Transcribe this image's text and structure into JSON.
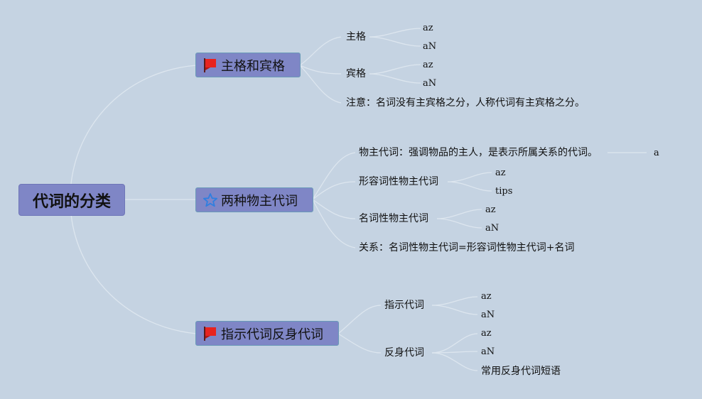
{
  "root": {
    "label": "代词的分类"
  },
  "branches": [
    {
      "label": "主格和宾格",
      "icon": "red-flag-icon",
      "children": [
        {
          "label": "主格",
          "children": [
            {
              "label": "az"
            },
            {
              "label": "aN"
            }
          ]
        },
        {
          "label": "宾格",
          "children": [
            {
              "label": "az"
            },
            {
              "label": "aN"
            }
          ]
        },
        {
          "label": "注意：名词没有主宾格之分，人称代词有主宾格之分。"
        }
      ]
    },
    {
      "label": "两种物主代词",
      "icon": "blue-star-icon",
      "children": [
        {
          "label": "物主代词：强调物品的主人，是表示所属关系的代词。",
          "children": [
            {
              "label": "a"
            }
          ]
        },
        {
          "label": "形容词性物主代词",
          "children": [
            {
              "label": "az"
            },
            {
              "label": "tips"
            }
          ]
        },
        {
          "label": "名词性物主代词",
          "children": [
            {
              "label": "az"
            },
            {
              "label": "aN"
            }
          ]
        },
        {
          "label": "关系：名词性物主代词=形容词性物主代词+名词"
        }
      ]
    },
    {
      "label": "指示代词反身代词",
      "icon": "red-flag-icon",
      "children": [
        {
          "label": "指示代词",
          "children": [
            {
              "label": "az"
            },
            {
              "label": "aN"
            }
          ]
        },
        {
          "label": "反身代词",
          "children": [
            {
              "label": "az"
            },
            {
              "label": "aN"
            },
            {
              "label": "常用反身代词短语"
            }
          ]
        }
      ]
    }
  ],
  "colors": {
    "background": "#c5d3e2",
    "node_fill": "#7f86c6",
    "link": "#dde6ef",
    "flag": "#e8231f",
    "star": "#2f7fe0"
  }
}
